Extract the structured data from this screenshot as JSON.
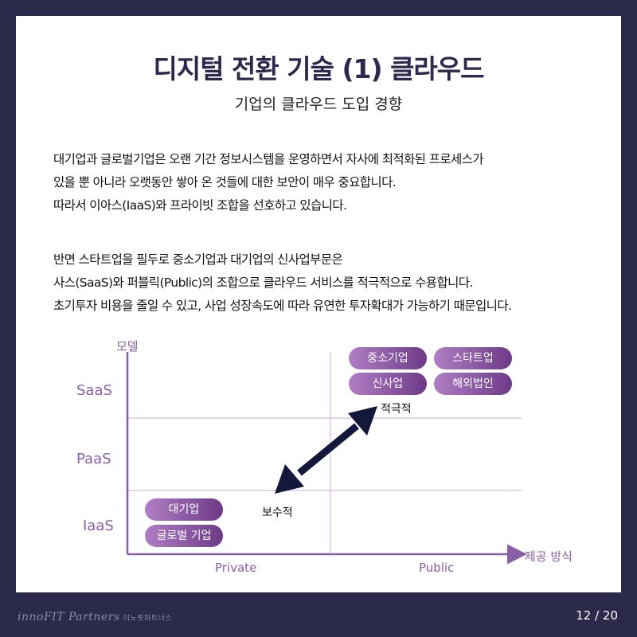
{
  "header": {
    "title": "디지털 전환 기술 (1) 클라우드",
    "subtitle": "기업의 클라우드 도입 경향"
  },
  "body": {
    "paragraph1": [
      "대기업과 글로벌기업은 오랜 기간 정보시스템을 운영하면서 자사에 최적화된 프로세스가",
      "있을 뿐 아니라 오랫동안 쌓아 온 것들에 대한 보안이 매우 중요합니다.",
      "따라서 이아스(IaaS)와 프라이빗 조합을 선호하고 있습니다."
    ],
    "paragraph2": [
      "반면 스타트업을 필두로 중소기업과 대기업의 신사업부문은",
      "사스(SaaS)와 퍼블릭(Public)의 조합으로 클라우드 서비스를 적극적으로 수용합니다.",
      "초기투자 비용을 줄일 수 있고, 사업 성장속도에 따라 유연한 투자확대가 가능하기 때문입니다."
    ]
  },
  "diagram": {
    "y_axis_label": "모델",
    "x_axis_label": "제공 방식",
    "tiers": [
      "SaaS",
      "PaaS",
      "IaaS"
    ],
    "columns": [
      "Private",
      "Public"
    ],
    "public_saas_pills": [
      "중소기업",
      "스타트업",
      "신사업",
      "해외법인"
    ],
    "private_iaas_pills": [
      "대기업",
      "글로벌 기업"
    ],
    "marker_active": "적극적",
    "marker_conservative": "보수적",
    "colors": {
      "axis": "#8a5ea8",
      "grid": "#c9a9d8",
      "arrow": "#14183a",
      "pill_start": "#b07ec4",
      "pill_end": "#6e3a88"
    }
  },
  "footer": {
    "brand": "innoFIT Partners",
    "brand_korean": "이노핏파트너스",
    "page": "12 / 20"
  }
}
